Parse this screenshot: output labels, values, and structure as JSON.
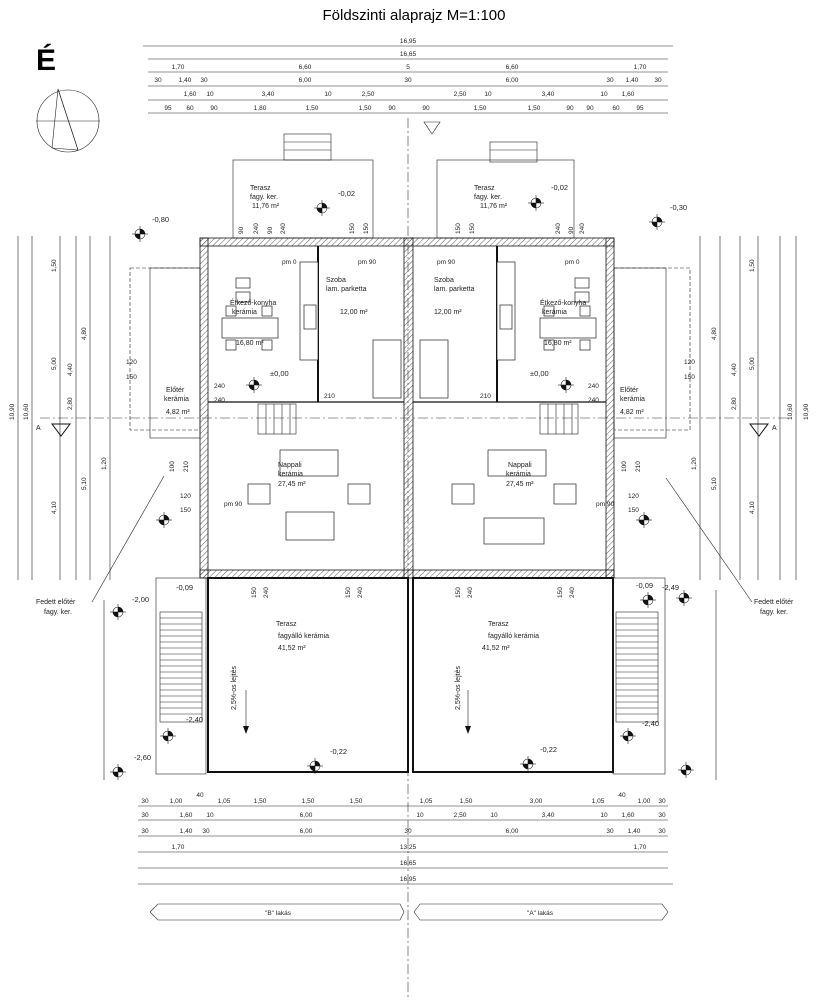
{
  "title": "Földszinti alaprajz  M=1:100",
  "north_symbol": "É",
  "top_dims": {
    "row1": [
      "16,95"
    ],
    "row2": [
      "16,65"
    ],
    "row3": [
      "1,70",
      "6,60",
      "5",
      "6,60",
      "1,70"
    ],
    "row4": [
      "30",
      "1,40",
      "30",
      "6,00",
      "30",
      "6,00",
      "30",
      "1,40",
      "30"
    ],
    "row5": [
      "1,60",
      "10",
      "3,40",
      "10",
      "2,50",
      "2,50",
      "10",
      "3,40",
      "10",
      "1,60"
    ],
    "row6": [
      "95",
      "60",
      "90",
      "1,80",
      "1,50",
      "1,50",
      "90",
      "90",
      "1,50",
      "1,50",
      "90",
      "90",
      "60",
      "95"
    ]
  },
  "bottom_dims": {
    "row1": [
      "30",
      "1,00",
      "40",
      "1,05",
      "1,50",
      "1,50",
      "1,50",
      "1,05",
      "1,50",
      "3,00",
      "1,05",
      "40",
      "1,00",
      "30"
    ],
    "row2": [
      "30",
      "1,60",
      "10",
      "6,00",
      "10",
      "2,50",
      "10",
      "3,40",
      "10",
      "1,60",
      "30"
    ],
    "row3": [
      "30",
      "1,40",
      "30",
      "6,00",
      "30",
      "6,00",
      "30",
      "1,40",
      "30"
    ],
    "row4": [
      "1,70",
      "13,25",
      "1,70"
    ],
    "row5": [
      "16,65"
    ],
    "row6": [
      "16,95"
    ]
  },
  "side_dims": {
    "left_total": [
      "10,90",
      "10,60"
    ],
    "right_total": [
      "10,90",
      "10,60"
    ],
    "left_parts": [
      "1,50",
      "4,80",
      "5,00",
      "4,40",
      "2,80",
      "1,20",
      "5,10",
      "4,10"
    ],
    "right_parts": [
      "1,50",
      "4,80",
      "5,00",
      "4,40",
      "2,80",
      "1,20",
      "5,10",
      "4,10"
    ]
  },
  "levels": {
    "terrace_top_left": "-0,02",
    "terrace_top_right": "-0,02",
    "outer_nw": "-0,80",
    "outer_ne": "-0,30",
    "floor_left": "±0,00",
    "floor_right": "±0,00",
    "sw_entry": "-0,09",
    "se_entry": "-0,09",
    "sw_stair": "-2,00",
    "sw_bottom": "-2,60",
    "se_bottom": "-2,49",
    "terrace_bottom_left": "-0,22",
    "terrace_bottom_right": "-0,22",
    "stair_landing_left": "-2,40",
    "stair_landing_right": "-2,40"
  },
  "rooms": {
    "terasz_top_left": {
      "name": "Terasz",
      "floor": "fagy. ker.",
      "area": "11,76 m²"
    },
    "terasz_top_right": {
      "name": "Terasz",
      "floor": "fagy. ker.",
      "area": "11,76 m²"
    },
    "konyha_left": {
      "name": "Étkező-konyha",
      "floor": "kerámia",
      "area": "16,80 m²"
    },
    "konyha_right": {
      "name": "Étkező-konyha",
      "floor": "kerámia",
      "area": "16,80 m²"
    },
    "szoba_left": {
      "name": "Szoba",
      "floor": "lam. parketta",
      "area": "12,00 m²"
    },
    "szoba_right": {
      "name": "Szoba",
      "floor": "lam. parketta",
      "area": "12,00 m²"
    },
    "eloter_left": {
      "name": "Előtér",
      "floor": "kerámia",
      "area": "4,82 m²"
    },
    "eloter_right": {
      "name": "Előtér",
      "floor": "kerámia",
      "area": "4,82 m²"
    },
    "nappali_left": {
      "name": "Nappali",
      "floor": "kerámia",
      "area": "27,45 m²"
    },
    "nappali_right": {
      "name": "Nappali",
      "floor": "kerámia",
      "area": "27,45 m²"
    },
    "terasz_bottom_left": {
      "name": "Terasz",
      "floor": "fagyálló kerámia",
      "area": "41,52 m²"
    },
    "terasz_bottom_right": {
      "name": "Terasz",
      "floor": "fagyálló kerámia",
      "area": "41,52 m²"
    }
  },
  "slope_label": "2,5%-os lejtés",
  "covered_entry_left": {
    "line1": "Fedett előtér",
    "line2": "fagy. ker."
  },
  "covered_entry_right": {
    "line1": "Fedett előtér",
    "line2": "fagy. ker."
  },
  "window_marks": {
    "pm0": "pm 0",
    "pm90": "pm 90",
    "h150": "150",
    "h240": "240",
    "h90": "90",
    "h210": "210",
    "h120": "120",
    "h100": "100"
  },
  "unit_labels": {
    "left": "\"B\" lakás",
    "right": "\"A\" lakás"
  },
  "section_mark": "A"
}
